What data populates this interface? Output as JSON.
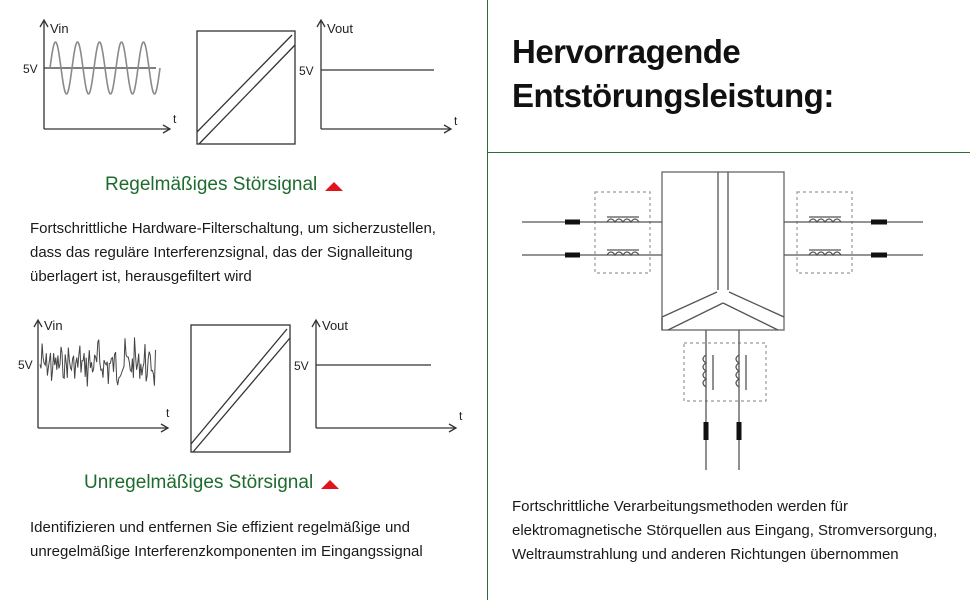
{
  "heading": {
    "line1": "Hervorragende",
    "line2": "Entstörungsleistung:"
  },
  "diagram1": {
    "vin_label": "Vin",
    "level_label": "5V",
    "t_label": "t",
    "vout_label": "Vout",
    "vout_level_label": "5V",
    "t2_label": "t"
  },
  "caption1": "Regelmäßiges Störsignal",
  "para1": "Fortschrittliche Hardware-Filterschaltung, um sicherzustellen, dass das reguläre Interferenzsignal, das der Signalleitung überlagert ist, herausgefiltert wird",
  "diagram2": {
    "vin_label": "Vin",
    "level_label": "5V",
    "t_label": "t",
    "vout_label": "Vout",
    "vout_level_label": "5V",
    "t2_label": "t"
  },
  "caption2": "Unregelmäßiges Störsignal",
  "para2": "Identifizieren und entfernen Sie effizient regelmäßige und unregelmäßige Interferenzkomponenten im Eingangssignal",
  "para3": "Fortschrittliche Verarbeitungsmethoden werden für elektromagnetische Störquellen aus Eingang, Stromversorgung, Weltraumstrahlung und anderen Richtungen übernommen",
  "colors": {
    "accent_green": "#1e6b2e",
    "divider": "#2e6b3a",
    "marker_red": "#e0141c"
  }
}
